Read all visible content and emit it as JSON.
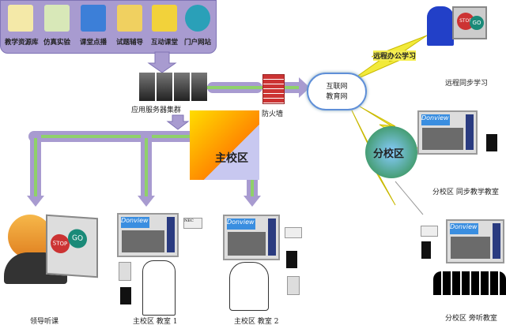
{
  "apps": [
    {
      "label": "教学资源库",
      "icon": "geometry-icon",
      "color": "#f4e9a8"
    },
    {
      "label": "仿真实验",
      "icon": "lab-flask-icon",
      "color": "#d8e8b8"
    },
    {
      "label": "课堂点播",
      "icon": "video-folder-icon",
      "color": "#3c7fd8"
    },
    {
      "label": "试题辅导",
      "icon": "pencil-icon",
      "color": "#f0d060"
    },
    {
      "label": "互动课堂",
      "icon": "people-icon",
      "color": "#f2d23a"
    },
    {
      "label": "门户网站",
      "icon": "portal-icon",
      "color": "#2aa0b8"
    }
  ],
  "nodes": {
    "servers": "应用服务器集群",
    "firewall": "防火墙",
    "cloud_line1": "互联网",
    "cloud_line2": "教育网",
    "remote_office": "远程办公学习",
    "remote_sync": "远程同步学习",
    "branch": "分校区",
    "branch_sync": "分校区 同步教学教室",
    "main_campus": "主校区",
    "leader": "领导听课",
    "room1": "主校区 教室 1",
    "room2": "主校区 教室 2",
    "branch_audit": "分校区 旁听教室"
  },
  "sign": {
    "stop": "STOP",
    "go": "GO",
    "brand": "Donview",
    "projector": "NEC"
  },
  "colors": {
    "panel": "#a89bd0",
    "pipe": "#8fd16a",
    "bolt": "#f2ea3a"
  }
}
